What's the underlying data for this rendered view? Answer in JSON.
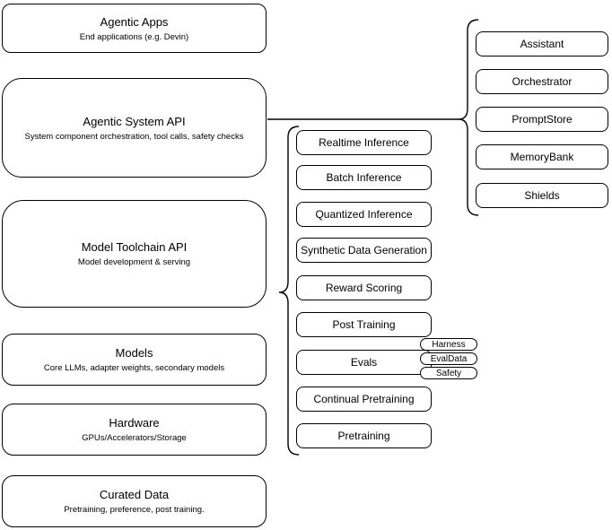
{
  "layers": [
    {
      "title": "Agentic Apps",
      "subtitle": "End applications (e.g. Devin)"
    },
    {
      "title": "Agentic System API",
      "subtitle": "System component orchestration, tool calls, safety checks"
    },
    {
      "title": "Model Toolchain API",
      "subtitle": "Model development & serving"
    },
    {
      "title": "Models",
      "subtitle": "Core LLMs, adapter weights, secondary models"
    },
    {
      "title": "Hardware",
      "subtitle": "GPUs/Accelerators/Storage"
    },
    {
      "title": "Curated Data",
      "subtitle": "Pretraining, preference, post training."
    }
  ],
  "toolchain_api_items": [
    "Realtime Inference",
    "Batch Inference",
    "Quantized Inference",
    "Synthetic Data Generation",
    "Reward Scoring",
    "Post Training",
    "Evals",
    "Continual Pretraining",
    "Pretraining"
  ],
  "evals_tags": [
    "Harness",
    "EvalData",
    "Safety"
  ],
  "system_api_items": [
    "Assistant",
    "Orchestrator",
    "PromptStore",
    "MemoryBank",
    "Shields"
  ],
  "colors": {
    "stroke": "#000000",
    "fill": "#ffffff",
    "background": "#ffffff",
    "text": "#000000"
  }
}
